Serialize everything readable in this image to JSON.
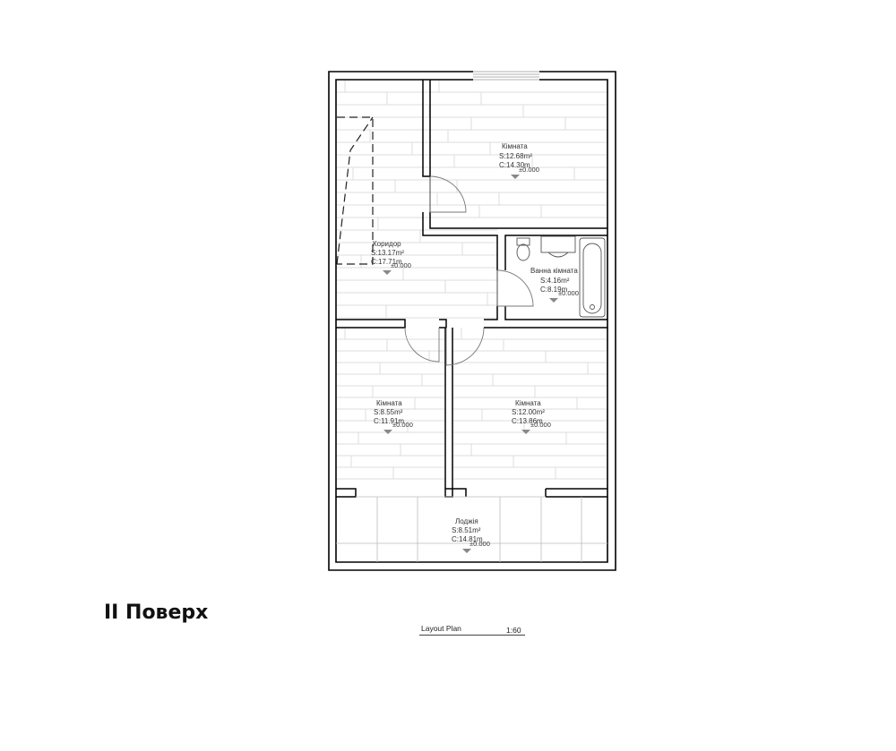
{
  "floor_title": "II Поверх",
  "plan": {
    "name": "Layout Plan",
    "scale": "1:60"
  },
  "rooms": [
    {
      "id": "room-top",
      "name": "Кімната",
      "area": "S:12.68m²",
      "perimeter": "C:14.30m",
      "level": "±0.000"
    },
    {
      "id": "corridor",
      "name": "Коридор",
      "area": "S:13.17m²",
      "perimeter": "C:17.71m",
      "level": "±0.000"
    },
    {
      "id": "bathroom",
      "name": "Ванна кімната",
      "area": "S:4.16m²",
      "perimeter": "C:8.19m",
      "level": "±0.000"
    },
    {
      "id": "room-left",
      "name": "Кімната",
      "area": "S:8.55m²",
      "perimeter": "C:11.91m",
      "level": "±0.000"
    },
    {
      "id": "room-right",
      "name": "Кімната",
      "area": "S:12.00m²",
      "perimeter": "C:13.86m",
      "level": "±0.000"
    },
    {
      "id": "loggia",
      "name": "Лоджія",
      "area": "S:8.51m²",
      "perimeter": "C:14.81m",
      "level": "±0.000"
    }
  ],
  "colors": {
    "wall": "#000000",
    "floor_lines": "#d9d9d9",
    "text": "#333333"
  }
}
